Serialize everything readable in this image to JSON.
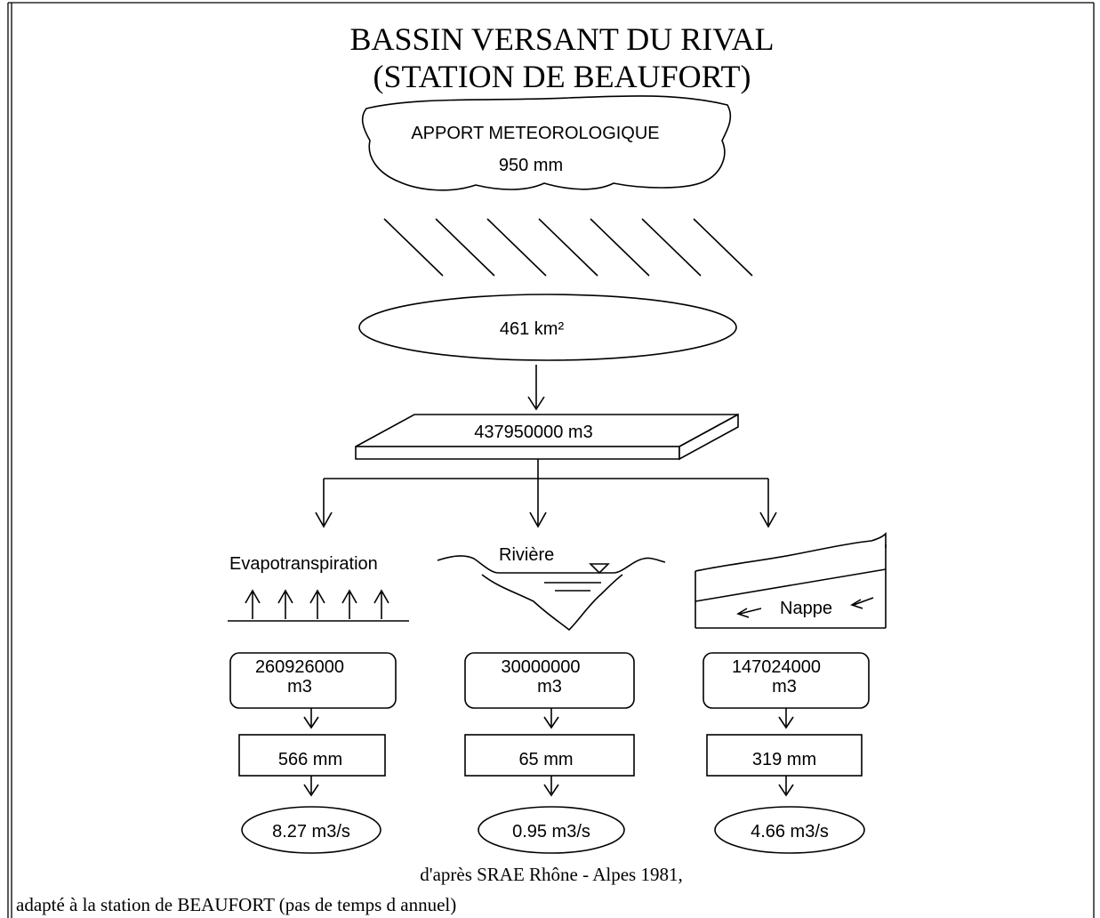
{
  "title": {
    "line1": "BASSIN VERSANT DU RIVAL",
    "line2": "(STATION DE BEAUFORT)"
  },
  "cloud": {
    "label": "APPORT METEOROLOGIQUE",
    "value": "950 mm"
  },
  "basin": {
    "area": "461 km²"
  },
  "volume": {
    "total": "437950000 m3"
  },
  "branches": [
    {
      "name": "Evapotranspiration",
      "volume_line1": "260926000",
      "volume_line2": "m3",
      "depth": "566 mm",
      "flow": "8.27 m3/s"
    },
    {
      "name": "Rivière",
      "volume_line1": "30000000",
      "volume_line2": "m3",
      "depth": "65 mm",
      "flow": "0.95 m3/s"
    },
    {
      "name": "Nappe",
      "volume_line1": "147024000",
      "volume_line2": "m3",
      "depth": "319 mm",
      "flow": "4.66 m3/s"
    }
  ],
  "source": {
    "line1": "d'après SRAE Rhône - Alpes 1981,",
    "line2": "adapté à la station de BEAUFORT (pas de temps d annuel)"
  }
}
